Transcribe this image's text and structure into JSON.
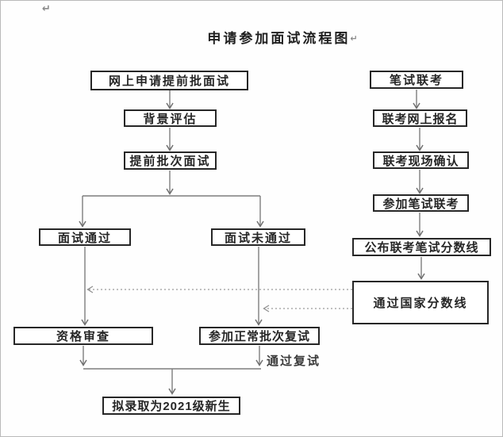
{
  "page": {
    "title": "申请参加面试流程图",
    "paragraph_mark": "↵"
  },
  "nodes": {
    "apply_online": "网上申请提前批面试",
    "background_eval": "背景评估",
    "early_interview": "提前批次面试",
    "interview_passed": "面试通过",
    "interview_failed": "面试未通过",
    "qualification_review": "资格审查",
    "normal_retest": "参加正常批次复试",
    "admission": "拟录取为2021级新生",
    "written_exam": "笔试联考",
    "exam_registration": "联考网上报名",
    "exam_confirmation": "联考现场确认",
    "take_exam": "参加笔试联考",
    "score_line": "公布联考笔试分数线",
    "national_line": "通过国家分数线"
  },
  "labels": {
    "pass_retest": "通过复试"
  },
  "edges": [
    {
      "from": "apply_online",
      "to": "background_eval",
      "style": "solid-arrow"
    },
    {
      "from": "background_eval",
      "to": "early_interview",
      "style": "solid-arrow"
    },
    {
      "from": "early_interview",
      "to": "interview_passed",
      "style": "solid-arrow-branch"
    },
    {
      "from": "early_interview",
      "to": "interview_failed",
      "style": "solid-arrow-branch"
    },
    {
      "from": "interview_passed",
      "to": "qualification_review",
      "style": "solid-arrow"
    },
    {
      "from": "interview_failed",
      "to": "normal_retest",
      "style": "solid-arrow"
    },
    {
      "from": "qualification_review",
      "to": "admission",
      "style": "solid-arrow-merge"
    },
    {
      "from": "normal_retest",
      "to": "admission",
      "style": "solid-arrow-merge",
      "label": "通过复试"
    },
    {
      "from": "written_exam",
      "to": "exam_registration",
      "style": "solid-arrow"
    },
    {
      "from": "exam_registration",
      "to": "exam_confirmation",
      "style": "solid-arrow"
    },
    {
      "from": "exam_confirmation",
      "to": "take_exam",
      "style": "solid-arrow"
    },
    {
      "from": "take_exam",
      "to": "score_line",
      "style": "solid-arrow"
    },
    {
      "from": "score_line",
      "to": "national_line",
      "style": "solid-arrow"
    },
    {
      "from": "national_line",
      "to": "interview_passed-branch",
      "style": "dotted-arrow"
    },
    {
      "from": "national_line",
      "to": "interview_failed-branch",
      "style": "dotted-arrow"
    }
  ],
  "colors": {
    "box_border": "#272727",
    "connector": "#7d7d7d",
    "dotted_connector": "#9a9a9a",
    "text": "#262626",
    "page_border": "#b9b9b9"
  }
}
